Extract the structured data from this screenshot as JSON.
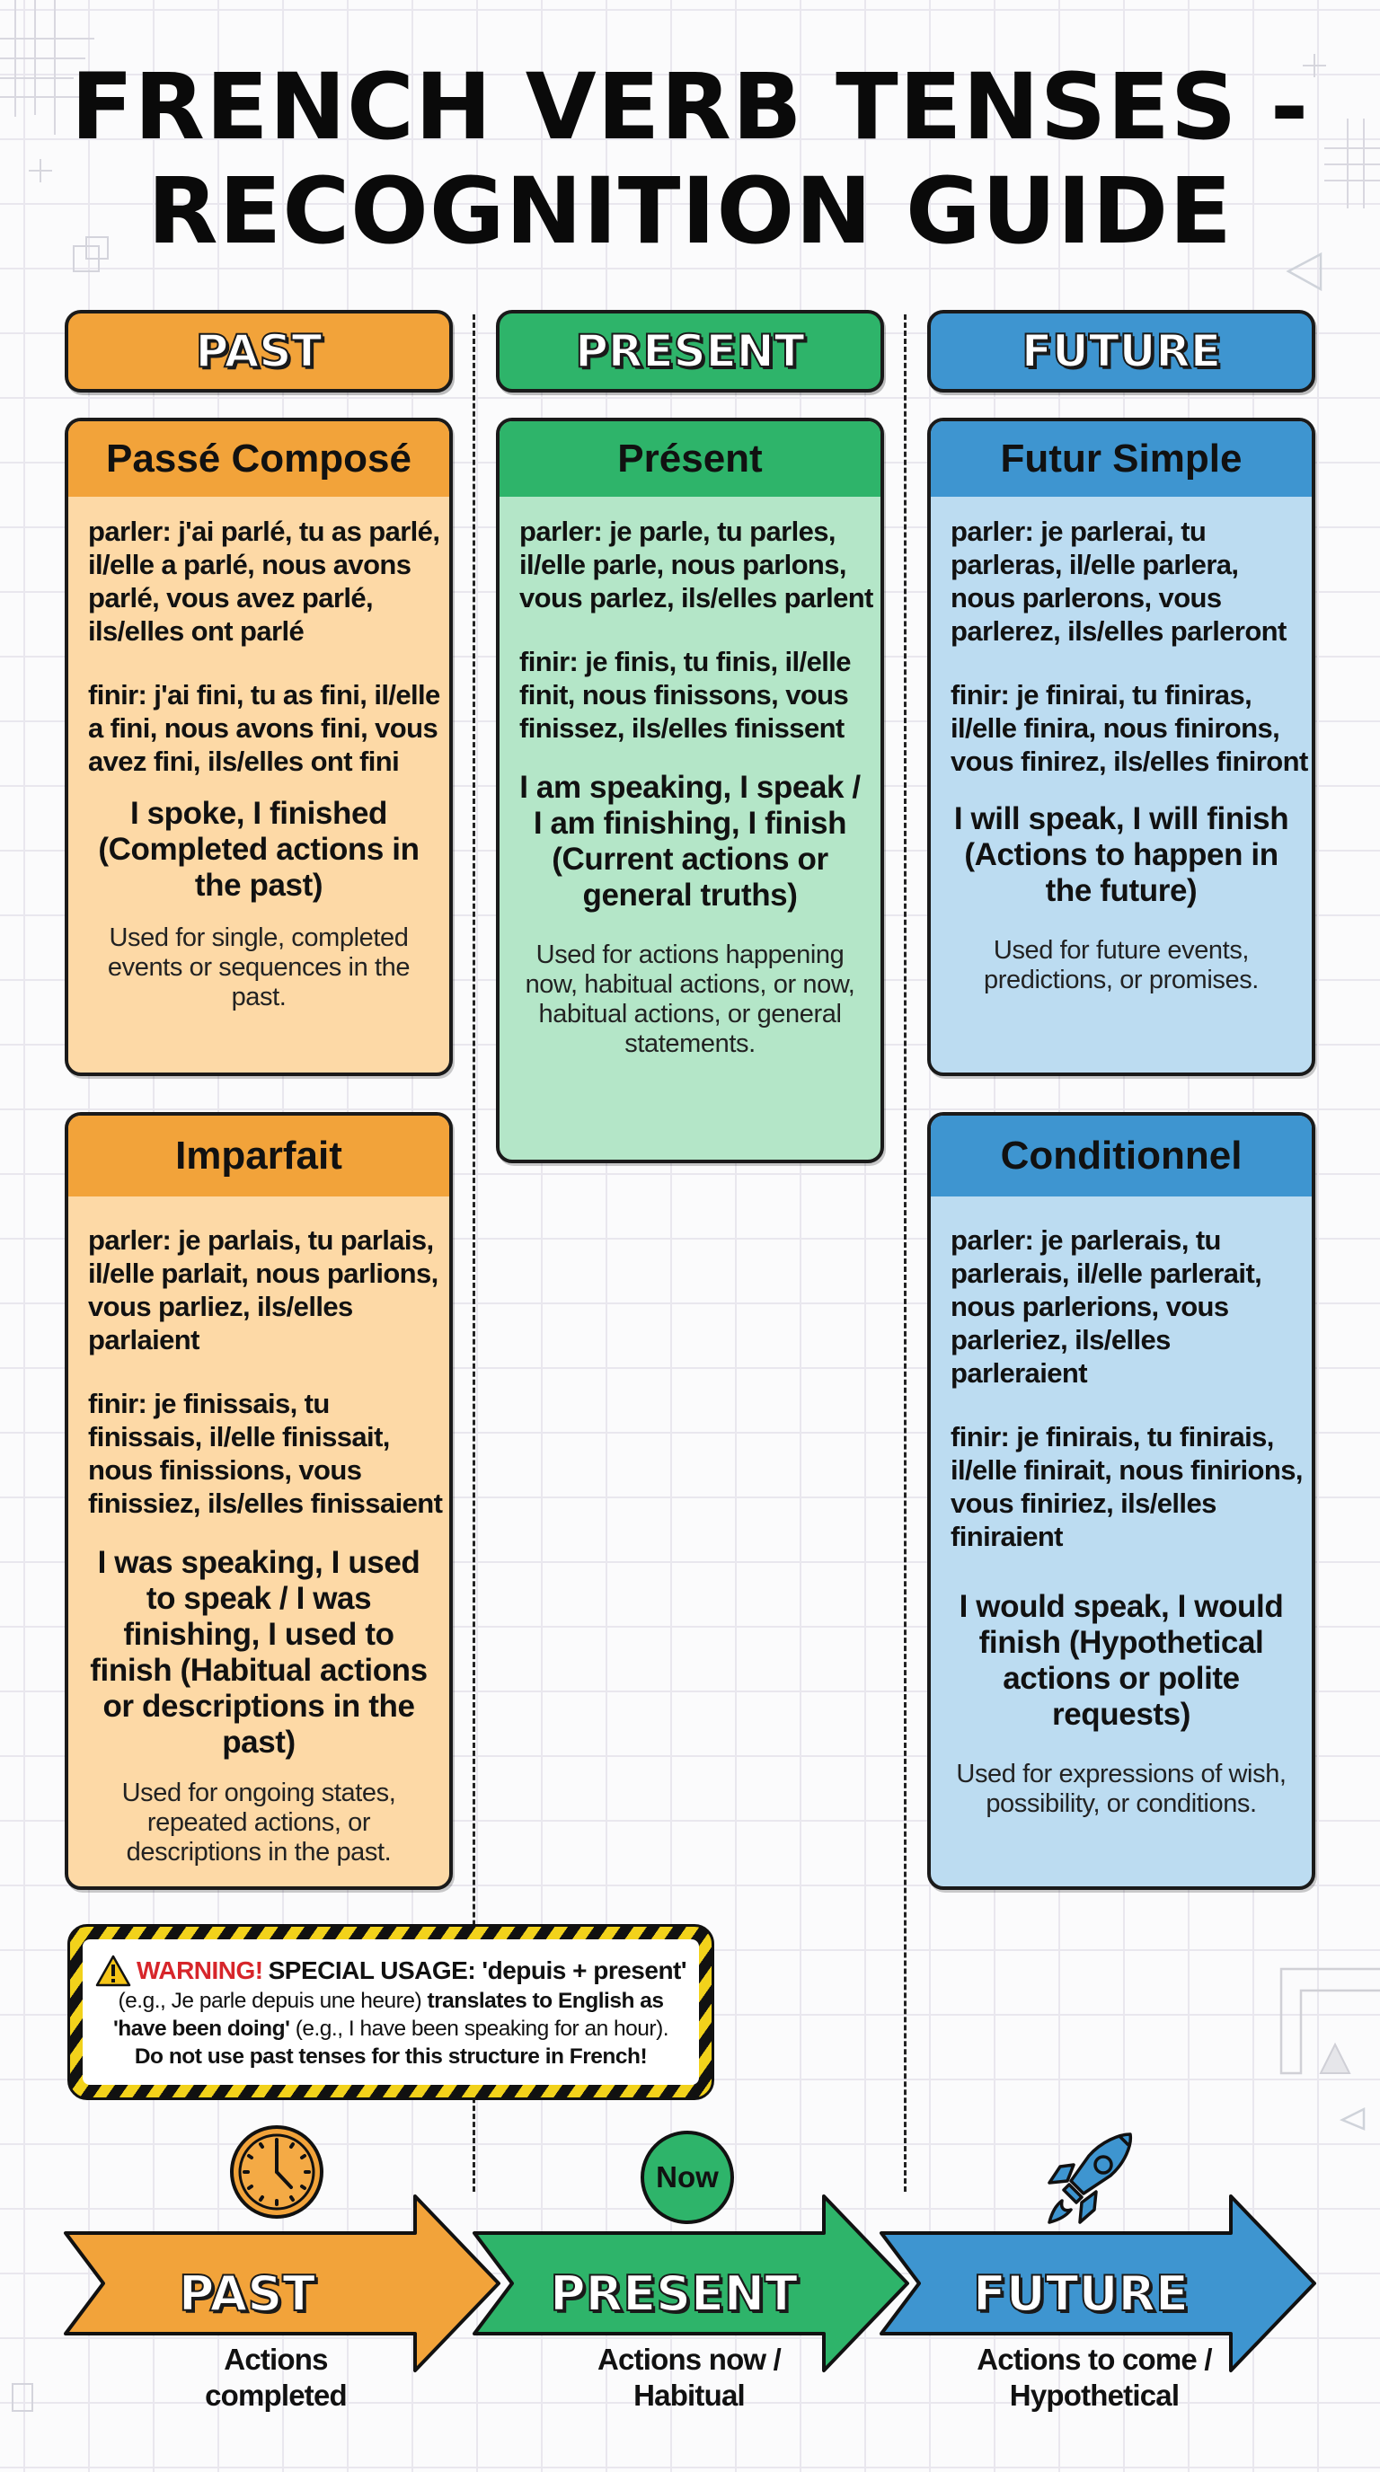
{
  "title": {
    "line1": "FRENCH VERB TENSES -",
    "line2": "RECOGNITION GUIDE"
  },
  "colors": {
    "past": "#f2a33a",
    "past_light": "#fdd9a6",
    "present": "#2eb46a",
    "present_light": "#b4e6c8",
    "future": "#3e95d0",
    "future_light": "#bcdcf1",
    "warning_red": "#d7262b",
    "warning_yellow": "#f2d21b"
  },
  "columns": [
    {
      "label": "PAST"
    },
    {
      "label": "PRESENT"
    },
    {
      "label": "FUTURE"
    }
  ],
  "cards": {
    "passe_compose": {
      "title": "Passé Composé",
      "parler": "parler: j'ai parlé, tu as parlé, il/elle a parlé, nous avons parlé, vous avez parlé, ils/elles ont parlé",
      "finir": "finir: j'ai fini, tu as fini, il/elle a fini, nous avons fini, vous avez fini, ils/elles ont fini",
      "meaning": "I spoke, I finished (Completed actions in the past)",
      "usage": "Used for single, completed events or sequences in the past."
    },
    "imparfait": {
      "title": "Imparfait",
      "parler": "parler: je parlais, tu parlais, il/elle parlait, nous parlions, vous parliez, ils/elles parlaient",
      "finir": "finir: je finissais, tu finissais, il/elle finissait, nous finissions, vous finissiez, ils/elles finissaient",
      "meaning": "I was speaking, I used to speak / I was finishing, I used to finish (Habitual actions or descriptions in the past)",
      "usage": "Used for ongoing states, repeated actions, or descriptions in the past."
    },
    "present": {
      "title": "Présent",
      "parler": "parler: je parle, tu parles, il/elle parle, nous parlons, vous parlez, ils/elles parlent",
      "finir": "finir: je finis, tu finis, il/elle finit, nous finissons, vous finissez, ils/elles finissent",
      "meaning": "I am speaking, I speak / I am finishing, I finish (Current actions or general truths)",
      "usage": "Used for actions happening now, habitual actions, or now, habitual actions, or general statements."
    },
    "futur_simple": {
      "title": "Futur Simple",
      "parler": "parler: je parlerai, tu parleras, il/elle parlera, nous parlerons, vous parlerez, ils/elles parleront",
      "finir": "finir: je finirai, tu finiras, il/elle finira, nous finirons, vous finirez, ils/elles finiront",
      "meaning": "I will speak, I will finish (Actions to happen in the future)",
      "usage": "Used for future events, predictions, or promises."
    },
    "conditionnel": {
      "title": "Conditionnel",
      "parler": "parler: je parlerais, tu parlerais, il/elle parlerait, nous parlerions, vous parleriez, ils/elles parleraient",
      "finir": "finir: je finirais, tu finirais, il/elle finirait, nous finirions, vous finiriez, ils/elles finiraient",
      "meaning": "I would speak, I would finish (Hypothetical actions or polite requests)",
      "usage": "Used for expressions of wish, possibility, or conditions."
    }
  },
  "warning": {
    "icon": "warning-triangle-icon",
    "label": "WARNING!",
    "heading": "SPECIAL USAGE: 'depuis + present'",
    "example_fr": "(e.g., Je parle depuis une heure)",
    "translates": "translates to English as",
    "phrase": "'have been doing'",
    "example_en": "(e.g., I have been speaking for an hour).",
    "rule": "Do not use past tenses for this structure in French!"
  },
  "timeline": [
    {
      "icon": "clock-icon",
      "label": "PAST",
      "caption_line1": "Actions",
      "caption_line2": "completed"
    },
    {
      "icon": "now-badge",
      "badge_text": "Now",
      "label": "PRESENT",
      "caption_line1": "Actions now /",
      "caption_line2": "Habitual"
    },
    {
      "icon": "rocket-icon",
      "label": "FUTURE",
      "caption_line1": "Actions to come /",
      "caption_line2": "Hypothetical"
    }
  ]
}
